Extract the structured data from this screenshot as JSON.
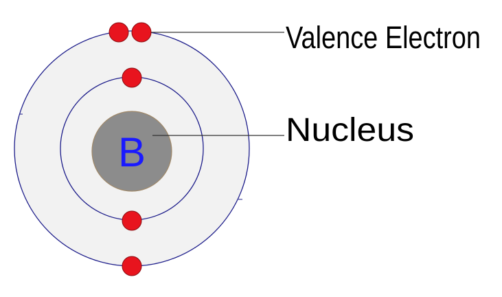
{
  "diagram": {
    "nucleus_symbol": "B",
    "labels": {
      "valence": "Valence Electron",
      "nucleus": "Nucleus"
    },
    "shells": [
      {
        "electrons": 2
      },
      {
        "electrons": 3
      }
    ],
    "colors": {
      "background": "#ffffff",
      "atom_fill": "#f2f2f2",
      "shell_line": "#1c1c8a",
      "nucleus_fill": "#8c8c8c",
      "nucleus_stroke": "#a08868",
      "symbol_color": "#1a1aff",
      "electron_fill": "#e8141e",
      "electron_stroke": "#8a0d12",
      "leader_line": "#333333"
    }
  }
}
